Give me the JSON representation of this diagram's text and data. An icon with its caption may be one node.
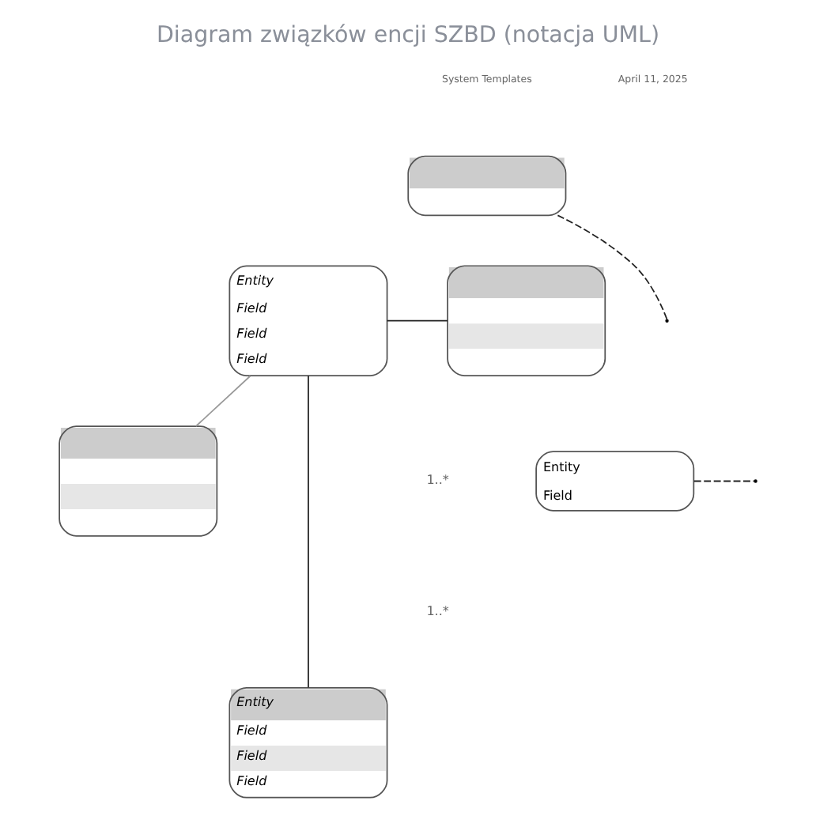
{
  "diagram": {
    "title": "Diagram związków encji SZBD (notacja UML)",
    "nodes": [
      {
        "text": [],
        "shape": "box"
      },
      {
        "text": [
          "Entity",
          "Field",
          "Field",
          "Field"
        ]
      },
      {
        "text": [],
        "shape": "box"
      },
      {
        "text": [
          "Entity",
          "Field"
        ]
      },
      {
        "text": [],
        "shape": "box"
      },
      {
        "text": [
          "Entity",
          "Field",
          "Field",
          "Field"
        ]
      }
    ],
    "edges": [
      {
        "from": 1,
        "to": 2,
        "arrow": "none"
      },
      {
        "from": 0,
        "to": null,
        "arrow": "none",
        "style": "dashed"
      },
      {
        "from": 1,
        "to": 4,
        "arrow": "none",
        "color": "#999999"
      },
      {
        "from": 1,
        "to": 5,
        "arrow": "none"
      },
      {
        "from": 3,
        "to": null,
        "arrow": "none",
        "style": "dashed"
      }
    ],
    "labels": [
      "System Templates",
      "April 11, 2025",
      "1..*",
      "1..*"
    ]
  }
}
